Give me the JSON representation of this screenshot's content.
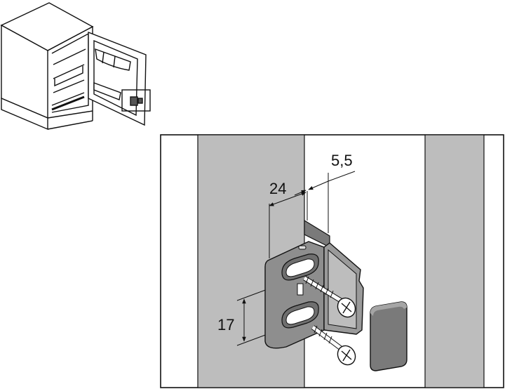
{
  "colors": {
    "background": "#ffffff",
    "cabinet_panel": "#bdbdbd",
    "hinge_body": "#8e8e8e",
    "hinge_dark": "#6f6f6f",
    "cover_cap": "#7a7a7a",
    "line": "#111111"
  },
  "dimensions": {
    "width_label": "24",
    "offset_label": "5,5",
    "height_label": "17"
  },
  "parts": {
    "overview": "refrigerator-cabinet-illustration",
    "detail": "door-hinge-plate-with-screws",
    "cap": "cover-cap"
  }
}
